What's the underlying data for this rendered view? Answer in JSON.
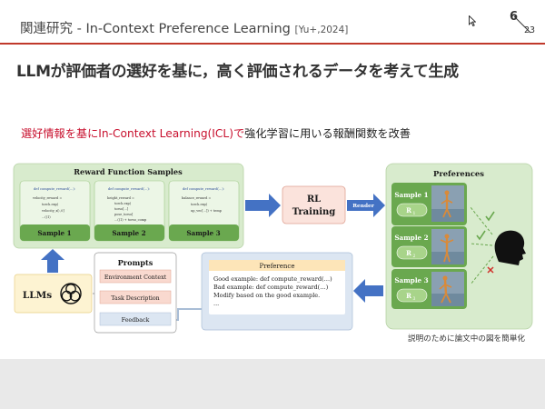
{
  "header": {
    "title": "関連研究 - In-Context Preference Learning",
    "citation": "[Yu+,2024]",
    "page_current": "6",
    "page_total": "23"
  },
  "headline": "LLMが評価者の選好を基に，高く評価されるデータを考えて生成",
  "subline": {
    "highlight": "選好情報を基にIn-Context Learning(ICL)で",
    "rest": "強化学習に用いる報酬関数を改善"
  },
  "figure": {
    "reward_panel_title": "Reward Function Samples",
    "samples": [
      {
        "label": "Sample 1",
        "code": [
          "def compute_reward(...):",
          "velocity_reward =",
          "torch.exp(",
          "velocity_x[:,0]",
          "...((1)"
        ]
      },
      {
        "label": "Sample 2",
        "code": [
          "def compute_reward(...):",
          "height_reward =",
          "torch.exp(",
          "torso[...]",
          "pose_torso[",
          "...((1) + torso_comp"
        ]
      },
      {
        "label": "Sample 3",
        "code": [
          "def compute_reward(...):",
          "balance_reward =",
          "torch.exp(",
          "up_vec[...]) + temp"
        ]
      }
    ],
    "rl_training": [
      "RL",
      "Training"
    ],
    "render_label": "Render",
    "preferences_title": "Preferences",
    "preference_samples": [
      {
        "label": "Sample 1",
        "reward": "R",
        "sub": "1"
      },
      {
        "label": "Sample 2",
        "reward": "R",
        "sub": "2"
      },
      {
        "label": "Sample 3",
        "reward": "R",
        "sub": "3"
      }
    ],
    "llms_label": "LLMs",
    "prompts_title": "Prompts",
    "prompts": [
      "Environment Context",
      "Task Description",
      "Feedback"
    ],
    "preference_box_title": "Preference",
    "preference_lines": [
      "Good example: def compute_reward(…)",
      "Bad example: def compute_reward(…)",
      "Modify based on the good example.",
      "..."
    ]
  },
  "note": "説明のために論文中の図を簡単化",
  "colors": {
    "accent_red": "#c0392b",
    "highlight_red": "#c8102e",
    "panel_green": "#d8ebcd",
    "sample_green": "#6aa84f",
    "arrow_blue": "#4472c4"
  }
}
